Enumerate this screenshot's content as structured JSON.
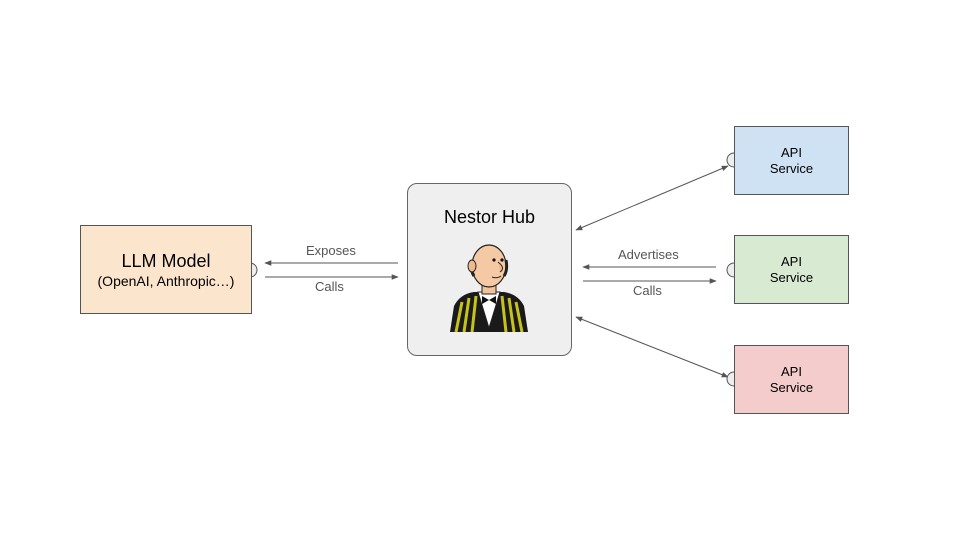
{
  "llm": {
    "title": "LLM Model",
    "subtitle": "(OpenAI, Anthropic…)",
    "color": "#fce5cd"
  },
  "hub": {
    "title": "Nestor Hub",
    "color": "#efefef",
    "mascot_icon": "butler-icon"
  },
  "edges": {
    "exposes": "Exposes",
    "calls_left": "Calls",
    "advertises": "Advertises",
    "calls_right": "Calls"
  },
  "services": [
    {
      "line1": "API",
      "line2": "Service",
      "color": "#cfe2f3"
    },
    {
      "line1": "API",
      "line2": "Service",
      "color": "#d9ead3"
    },
    {
      "line1": "API",
      "line2": "Service",
      "color": "#f4cccc"
    }
  ]
}
